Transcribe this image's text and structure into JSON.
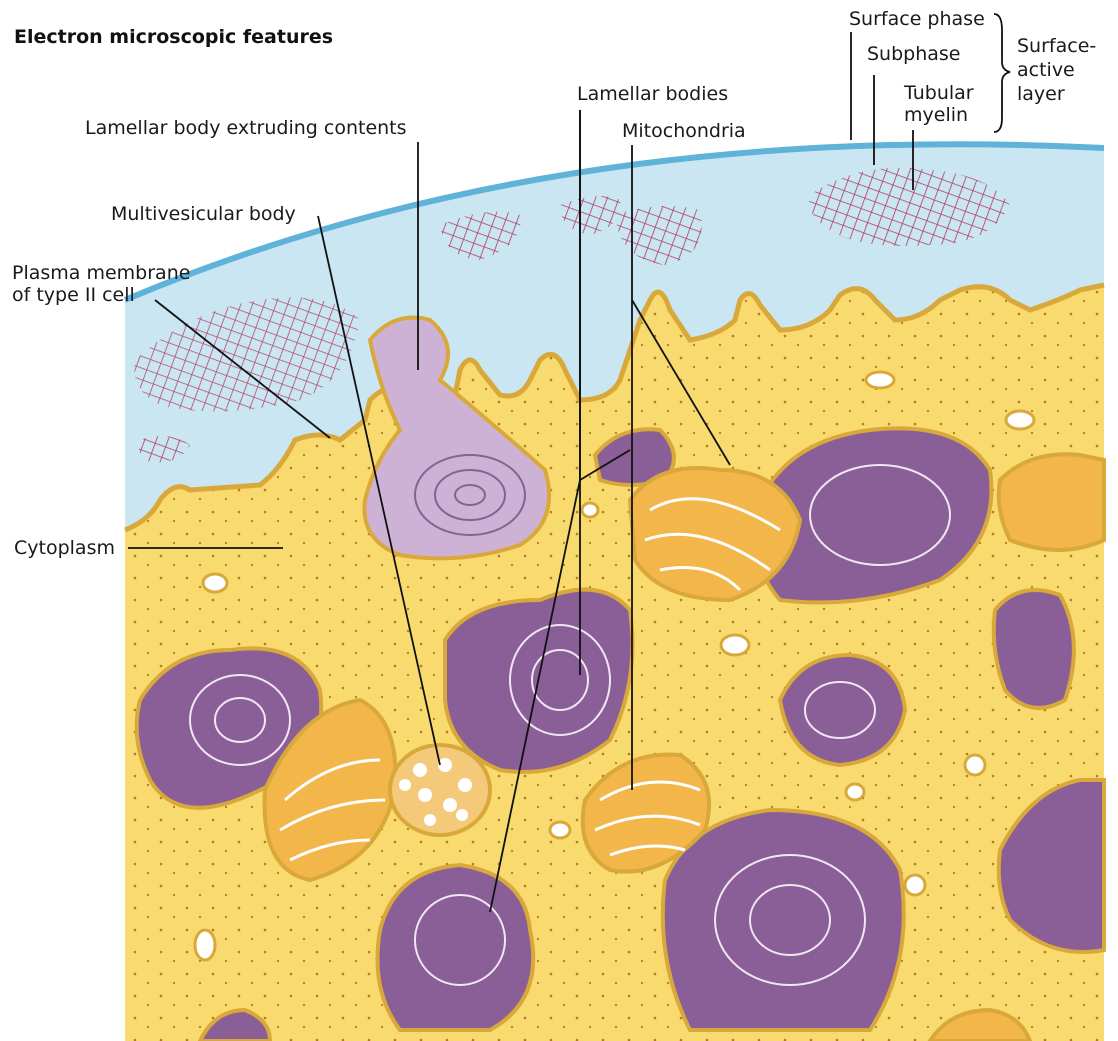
{
  "title": "Electron microscopic features",
  "labels": {
    "surface_phase": "Surface phase",
    "subphase": "Subphase",
    "tubular_myelin": "Tubular\nmyelin",
    "surface_active_layer": "Surface-\nactive\nlayer",
    "lamellar_bodies": "Lamellar bodies",
    "mitochondria": "Mitochondria",
    "lamellar_body_extruding": "Lamellar body extruding contents",
    "multivesicular_body": "Multivesicular body",
    "plasma_membrane": "Plasma membrane\nof type II cell",
    "cytoplasm": "Cytoplasm"
  },
  "colors": {
    "cytoplasm": "#f8da6e",
    "membrane": "#d9a83a",
    "subphase": "#c9e6f2",
    "surface_phase": "#5fb3d8",
    "lamellar_body": "#8a5f97",
    "lamellar_line": "#f1e6f3",
    "mitochondria": "#f2b64a",
    "tubular_myelin": "#b23a5f",
    "leader_line": "#111111"
  }
}
